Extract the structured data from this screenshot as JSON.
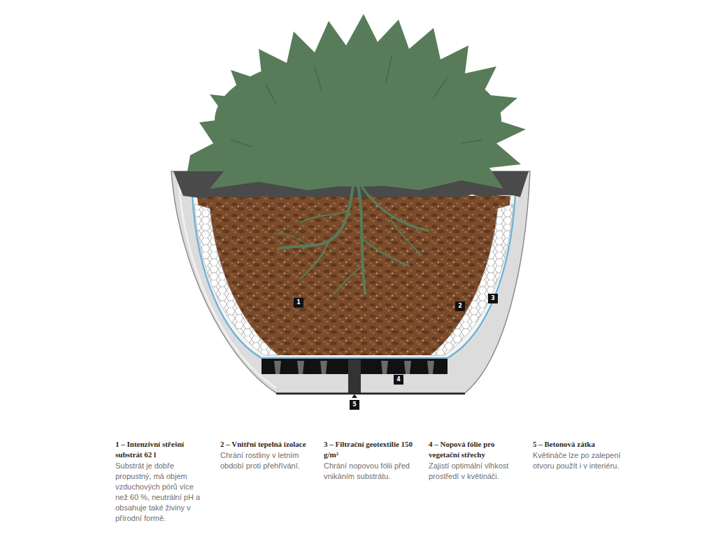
{
  "diagram": {
    "nodes": [
      {
        "text": [
          "1"
        ]
      },
      {
        "text": [
          "2"
        ]
      },
      {
        "text": [
          "3"
        ]
      },
      {
        "text": [
          "4"
        ]
      },
      {
        "text": [
          "5"
        ]
      }
    ],
    "labels": [
      "1 – Intenzivní střešní substrát 62 l",
      "Substrát je dobře propustný, má objem vzduchových pórů více než 60 %, neutrální pH a obsahuje také živiny v přírodní formě.",
      "2 – Vnitřní tepelná izolace",
      "Chrání rostliny v letním období proti přehřívání.",
      "3 – Filtrační geotextilie 150 g/m²",
      "Chrání nopovou fólii před vnikáním substrátu.",
      "4 – Nopová fólie pro vegetační střechy",
      "Zajistí optimální vlhkost prostředí v květináči.",
      "5 – Betonová zátka",
      "Květináče lze po zalepení otvoru použít i v interiéru."
    ]
  }
}
